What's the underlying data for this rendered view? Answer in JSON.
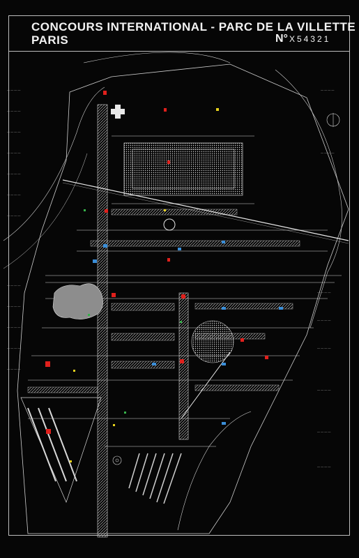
{
  "title": {
    "line1": "CONCOURS INTERNATIONAL - PARC DE LA VILLETTE",
    "line2": "PARIS",
    "number_prefix": "N°",
    "number": "X54321"
  },
  "colors": {
    "background": "#060606",
    "lines": "#d8d8d8",
    "red": "#e0201c",
    "blue": "#3a8ed8",
    "yellow": "#e6d21c",
    "green": "#36b24a",
    "grey_fill": "#8d8d8d"
  }
}
